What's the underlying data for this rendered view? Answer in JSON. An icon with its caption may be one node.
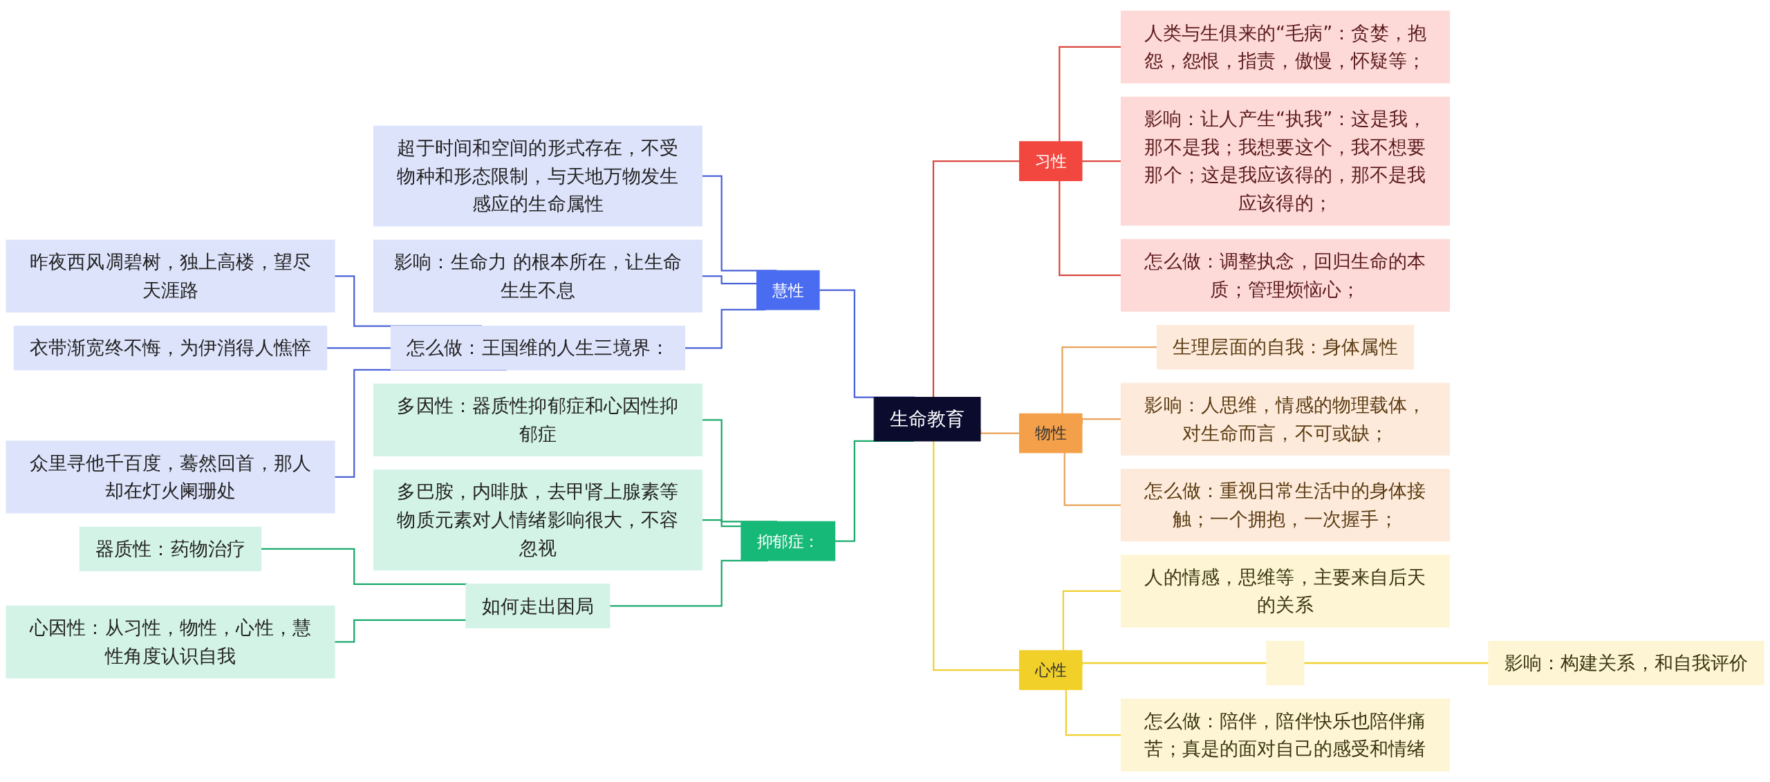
{
  "diagram": {
    "nodes": [
      {
        "text": [
          "生命教育"
        ]
      },
      {
        "text": [
          "慧性"
        ]
      },
      {
        "text": [
          "超于时间和空间的形式存在，不受物种和形态限制，与天地万物发生感应的生命属性"
        ]
      },
      {
        "text": [
          "影响：生命力 的根本所在，让生命生生不息"
        ]
      },
      {
        "text": [
          "怎么做：王国维的人生三境界："
        ]
      },
      {
        "text": [
          "昨夜西风凋碧树，独上高楼，望尽天涯路"
        ]
      },
      {
        "text": [
          "衣带渐宽终不悔，为伊消得人憔悴"
        ]
      },
      {
        "text": [
          "众里寻他千百度，蓦然回首，那人却在灯火阑珊处"
        ]
      },
      {
        "text": [
          "抑郁症："
        ]
      },
      {
        "text": [
          "多因性：器质性抑郁症和心因性抑郁症"
        ]
      },
      {
        "text": [
          "多巴胺，内啡肽，去甲肾上腺素等物质元素对人情绪影响很大，不容忽视"
        ]
      },
      {
        "text": [
          "如何走出困局"
        ]
      },
      {
        "text": [
          "器质性：药物治疗"
        ]
      },
      {
        "text": [
          "心因性：从习性，物性，心性，慧性角度认识自我"
        ]
      },
      {
        "text": [
          "习性"
        ]
      },
      {
        "text": [
          "人类与生俱来的“毛病”：贪婪，抱怨，怨恨，指责，傲慢，怀疑等；"
        ]
      },
      {
        "text": [
          "影响：让人产生“执我”：这是我，那不是我；我想要这个，我不想要那个；这是我应该得的，那不是我应该得的；"
        ]
      },
      {
        "text": [
          "怎么做：调整执念，回归生命的本质；管理烦恼心；"
        ]
      },
      {
        "text": [
          "物性"
        ]
      },
      {
        "text": [
          "生理层面的自我：身体属性"
        ]
      },
      {
        "text": [
          "影响：人思维，情感的物理载体，对生命而言，不可或缺；"
        ]
      },
      {
        "text": [
          "怎么做：重视日常生活中的身体接触；一个拥抱，一次握手；"
        ]
      },
      {
        "text": [
          "心性"
        ]
      },
      {
        "text": [
          "人的情感，思维等，主要来自后天的关系"
        ]
      },
      {
        "text": [],
        "shape": "box"
      },
      {
        "text": [
          "影响：构建关系，和自我评价"
        ]
      },
      {
        "text": [
          "怎么做：陪伴，陪伴快乐也陪伴痛苦；真是的面对自己的感受和情绪"
        ]
      }
    ],
    "edges": [
      {
        "from": 1,
        "to": 0,
        "arrow": "none",
        "color": "#4a62d8"
      },
      {
        "from": 2,
        "to": 1,
        "arrow": "none",
        "color": "#4a62d8"
      },
      {
        "from": 3,
        "to": 1,
        "arrow": "none",
        "color": "#4a62d8"
      },
      {
        "from": 4,
        "to": 1,
        "arrow": "none",
        "color": "#4a62d8"
      },
      {
        "from": 5,
        "to": 4,
        "arrow": "none",
        "color": "#4a62d8"
      },
      {
        "from": 6,
        "to": 4,
        "arrow": "none",
        "color": "#4a62d8"
      },
      {
        "from": 7,
        "to": 4,
        "arrow": "none",
        "color": "#4a62d8"
      },
      {
        "from": 8,
        "to": 0,
        "arrow": "none",
        "color": "#1aa96b"
      },
      {
        "from": 9,
        "to": 8,
        "arrow": "none",
        "color": "#1aa96b"
      },
      {
        "from": 10,
        "to": 8,
        "arrow": "none",
        "color": "#1aa96b"
      },
      {
        "from": 11,
        "to": 8,
        "arrow": "none",
        "color": "#1aa96b"
      },
      {
        "from": 12,
        "to": 11,
        "arrow": "none",
        "color": "#1aa96b"
      },
      {
        "from": 13,
        "to": 11,
        "arrow": "none",
        "color": "#1aa96b"
      },
      {
        "from": 0,
        "to": 14,
        "arrow": "none",
        "color": "#d9463e"
      },
      {
        "from": 14,
        "to": 15,
        "arrow": "none",
        "color": "#d9463e"
      },
      {
        "from": 14,
        "to": 16,
        "arrow": "none",
        "color": "#d9463e"
      },
      {
        "from": 14,
        "to": 17,
        "arrow": "none",
        "color": "#d9463e"
      },
      {
        "from": 0,
        "to": 18,
        "arrow": "none",
        "color": "#e8a258"
      },
      {
        "from": 18,
        "to": 19,
        "arrow": "none",
        "color": "#e8a258"
      },
      {
        "from": 18,
        "to": 20,
        "arrow": "none",
        "color": "#e8a258"
      },
      {
        "from": 18,
        "to": 21,
        "arrow": "none",
        "color": "#e8a258"
      },
      {
        "from": 0,
        "to": 22,
        "arrow": "none",
        "color": "#f0d030"
      },
      {
        "from": 22,
        "to": 23,
        "arrow": "none",
        "color": "#f0d030"
      },
      {
        "from": 22,
        "to": 24,
        "arrow": "none",
        "color": "#f0d030"
      },
      {
        "from": 24,
        "to": 25,
        "arrow": "none",
        "color": "#f0d030"
      },
      {
        "from": 22,
        "to": 26,
        "arrow": "none",
        "color": "#f0d030"
      }
    ]
  }
}
